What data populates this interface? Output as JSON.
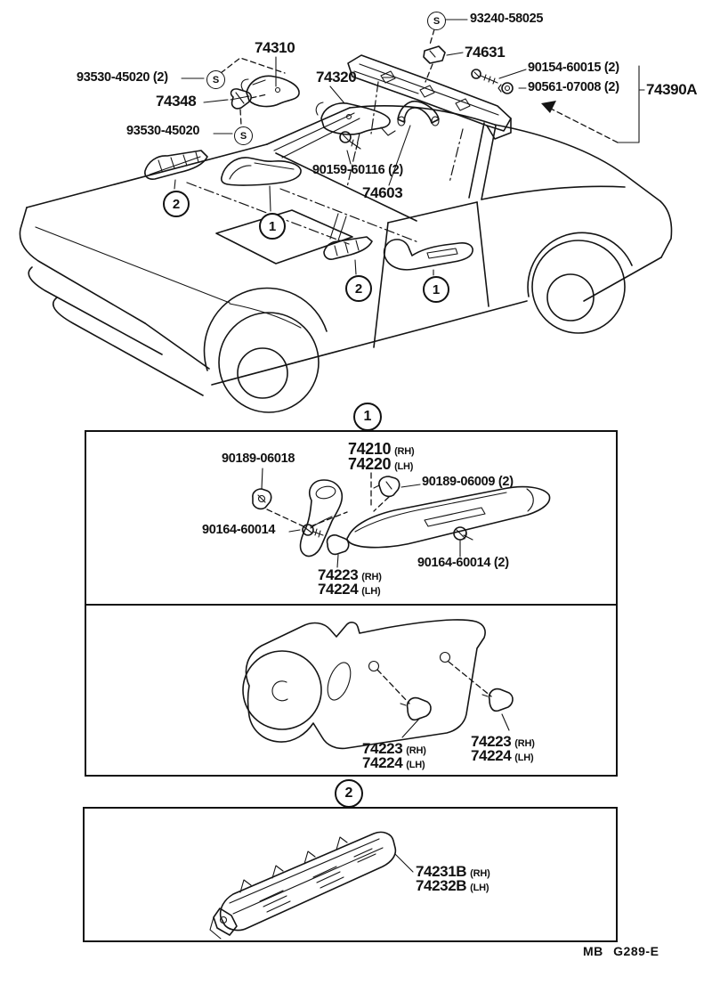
{
  "document": {
    "type": "exploded-parts-diagram",
    "subject": "armrest and sun visor"
  },
  "colors": {
    "ink": "#141414",
    "paper": "#ffffff"
  },
  "s_marker": "S",
  "callouts": {
    "one": "1",
    "two": "2"
  },
  "top": {
    "screw_93240": "93240-58025",
    "clip_74631": "74631",
    "visor_rh": "74310",
    "visor_lh": "74320",
    "screw_90154": "90154-60015 (2)",
    "grommet_90561": "90561-07008 (2)",
    "visor_assy": "74390A",
    "holder_74348": "74348",
    "screws_93530_pair": "93530-45020 (2)",
    "screw_93530": "93530-45020",
    "screw_90159": "90159-60116 (2)",
    "grip_74603": "74603"
  },
  "box_armrest": {
    "nut_90189_06018": "90189-06018",
    "armrest_rh_num": "74210",
    "armrest_rh_side": "(RH)",
    "armrest_lh_num": "74220",
    "armrest_lh_side": "(LH)",
    "clip_90189_06009": "90189-06009 (2)",
    "screw_90164": "90164-60014",
    "plug_rh_num": "74223",
    "plug_rh_side": "(RH)",
    "plug_lh_num": "74224",
    "plug_lh_side": "(LH)",
    "screw_90164_pair": "90164-60014 (2)"
  },
  "box_panel": {
    "pair1": {
      "rh_num": "74223",
      "rh_side": "(RH)",
      "lh_num": "74224",
      "lh_side": "(LH)"
    },
    "pair2": {
      "rh_num": "74223",
      "rh_side": "(RH)",
      "lh_num": "74224",
      "lh_side": "(LH)"
    }
  },
  "box_garnish": {
    "rh_num": "74231B",
    "rh_side": "(RH)",
    "lh_num": "74232B",
    "lh_side": "(LH)"
  },
  "footer_code": "MB G289-E"
}
